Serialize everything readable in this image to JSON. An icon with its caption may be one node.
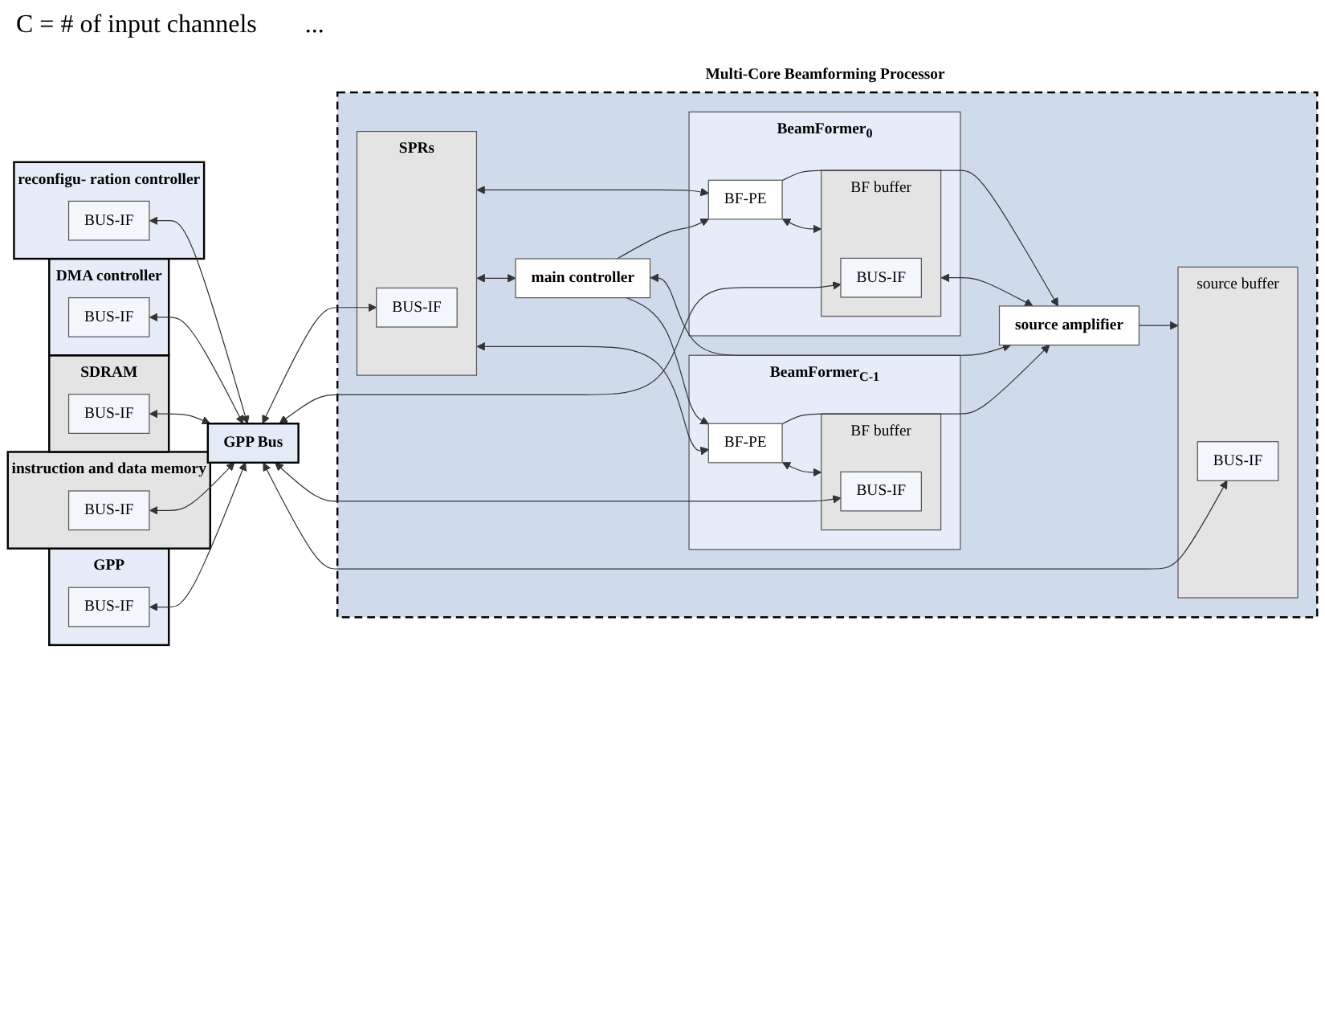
{
  "diagram": {
    "nodes": [
      {
        "text": [
          "reconfigu- ration controller"
        ]
      },
      {
        "text": [
          "BUS-IF"
        ],
        "in": 0
      },
      {
        "text": [
          "DMA controller"
        ]
      },
      {
        "text": [
          "BUS-IF"
        ],
        "in": 2
      },
      {
        "text": [
          "SDRAM"
        ]
      },
      {
        "text": [
          "BUS-IF"
        ],
        "in": 4
      },
      {
        "text": [
          "instruction and data memory"
        ]
      },
      {
        "text": [
          "BUS-IF"
        ],
        "in": 6
      },
      {
        "text": [
          "GPP"
        ]
      },
      {
        "text": [
          "BUS-IF"
        ],
        "in": 8
      },
      {
        "text": [
          "GPP Bus"
        ]
      },
      {
        "text": [
          "Multi-Core Beamforming Processor"
        ]
      },
      {
        "text": [
          "SPRs"
        ],
        "in": 11
      },
      {
        "text": [
          "BUS-IF"
        ],
        "in": 12
      },
      {
        "text": [
          "main controller"
        ],
        "in": 11
      },
      {
        "text": [
          "BeamFormer$_{0}$"
        ],
        "in": 11
      },
      {
        "text": [
          "BF-PE"
        ],
        "in": 15
      },
      {
        "text": [
          "BF buffer"
        ],
        "in": 15
      },
      {
        "text": [
          "BUS-IF"
        ],
        "in": 17
      },
      {
        "text": [
          "BeamFormer$_{C-1}$"
        ],
        "in": 11
      },
      {
        "text": [
          "BF-PE"
        ],
        "in": 19
      },
      {
        "text": [
          "BF buffer"
        ],
        "in": 19
      },
      {
        "text": [
          "BUS-IF"
        ],
        "in": 21
      },
      {
        "text": [
          "source amplifier"
        ],
        "in": 11
      },
      {
        "text": [
          "source buffer"
        ],
        "in": 11
      },
      {
        "text": [
          "BUS-IF"
        ],
        "in": 24
      }
    ],
    "edges": [
      {
        "from": 1,
        "to": 10,
        "arrow": "both"
      },
      {
        "from": 3,
        "to": 10,
        "arrow": "both"
      },
      {
        "from": 5,
        "to": 10,
        "arrow": "both"
      },
      {
        "from": 7,
        "to": 10,
        "arrow": "both"
      },
      {
        "from": 9,
        "to": 10,
        "arrow": "both"
      },
      {
        "from": 10,
        "to": 13,
        "arrow": "both"
      },
      {
        "from": 12,
        "to": 16,
        "arrow": "both"
      },
      {
        "from": 14,
        "to": 16,
        "arrow": "to"
      },
      {
        "from": 10,
        "to": 18,
        "arrow": "both"
      },
      {
        "from": 16,
        "to": 17,
        "arrow": "both"
      },
      {
        "from": 16,
        "to": 23,
        "arrow": "to"
      },
      {
        "from": 17,
        "to": 23,
        "arrow": "both"
      },
      {
        "from": 12,
        "to": 14,
        "arrow": "both"
      },
      {
        "from": 14,
        "to": 23,
        "arrow": "both"
      },
      {
        "from": 12,
        "to": 20,
        "arrow": "both"
      },
      {
        "from": 14,
        "to": 20,
        "arrow": "to"
      },
      {
        "from": 20,
        "to": 23,
        "arrow": "to"
      },
      {
        "from": 20,
        "to": 21,
        "arrow": "both"
      },
      {
        "from": 10,
        "to": 22,
        "arrow": "both"
      },
      {
        "from": 23,
        "to": 24,
        "arrow": "to"
      },
      {
        "from": 10,
        "to": 25,
        "arrow": "both"
      }
    ],
    "labels": [
      "C = # of input channels",
      "..."
    ]
  }
}
